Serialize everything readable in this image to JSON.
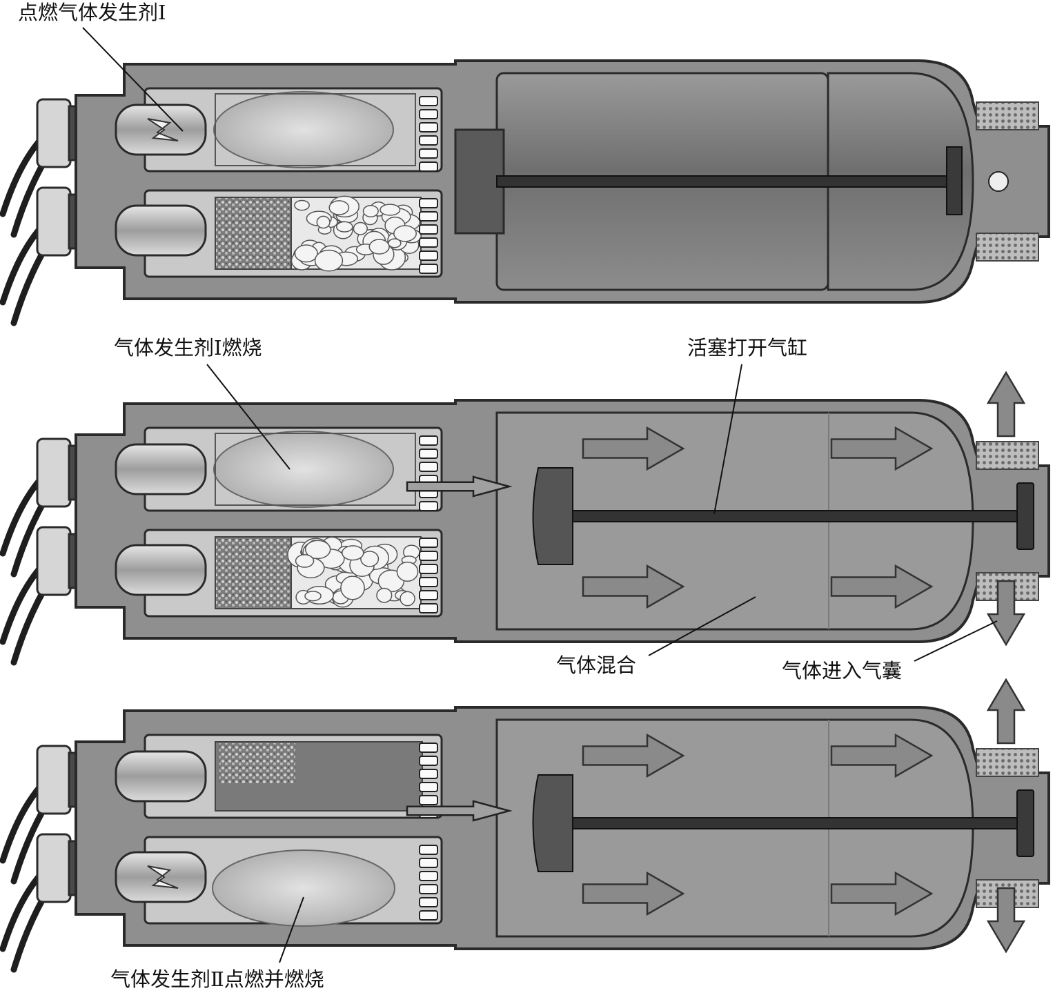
{
  "labels": {
    "panel1_ignite": "点燃气体发生剂Ⅰ",
    "panel2_burn": "气体发生剂Ⅰ燃烧",
    "panel2_piston": "活塞打开气缸",
    "panel2_mix": "气体混合",
    "panel2_airbag": "气体进入气囊",
    "panel3_ignite_burn": "气体发生剂Ⅱ点燃并燃烧"
  },
  "colors": {
    "housing": "#8f8f8f",
    "housing_edge": "#2a2a2a",
    "cavity": "#c9c9c9",
    "cylinder": "#7d7d7d",
    "gas": "#9a9a9a",
    "rod": "#333333",
    "arrow": "#8a8a8a",
    "pellet": "#f4f4f4",
    "flame": "#bdbdbd"
  },
  "panels": [
    {
      "name": "stage-1-ignition",
      "state": "ignition",
      "piston_open": false,
      "gas_flow": false
    },
    {
      "name": "stage-2-combustion",
      "state": "combustion",
      "piston_open": true,
      "gas_flow": true
    },
    {
      "name": "stage-3-second-charge",
      "state": "second-charge",
      "piston_open": true,
      "gas_flow": true
    }
  ]
}
